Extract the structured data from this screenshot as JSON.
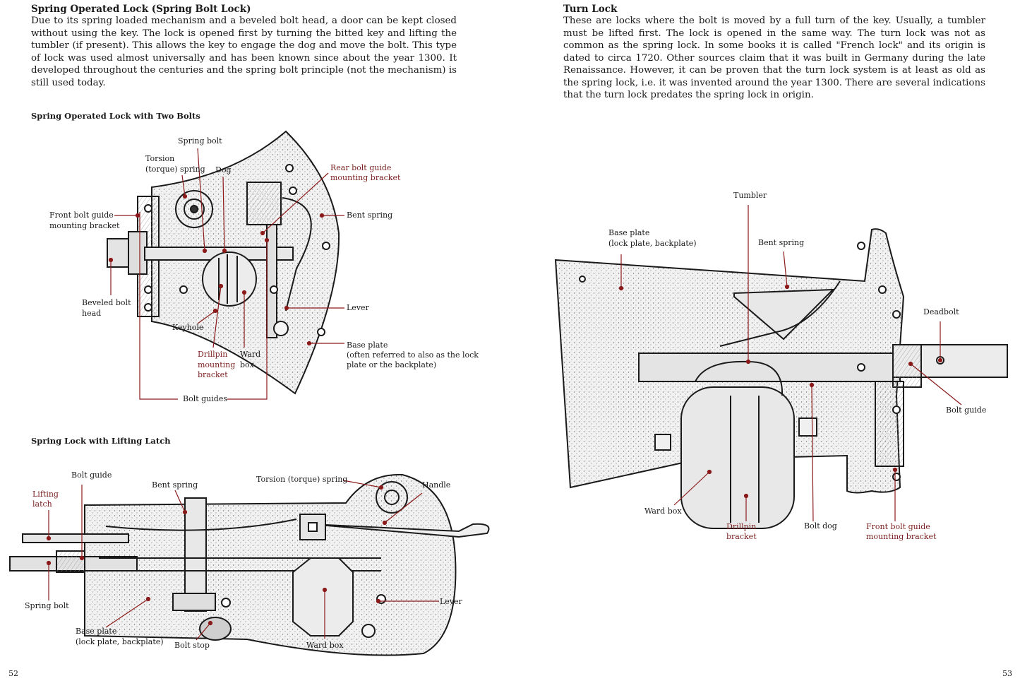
{
  "left": {
    "heading": "Spring Operated Lock (Spring Bolt Lock)",
    "paragraph": "Due to its spring loaded mechanism and a beveled bolt head, a door can be kept closed without using the key. The lock is opened first by turning the bitted key and lifting the tumbler (if present). This allows the key to engage the dog and move the bolt. This type of lock was used almost universally and has been known since about the year 1300. It developed throughout the centuries and the spring bolt principle (not the mechanism) is still used today.",
    "fig1": {
      "title": "Spring Operated Lock with Two Bolts",
      "labels": {
        "spring_bolt": "Spring bolt",
        "torsion_1": "Torsion",
        "torsion_2": "(torque) spring",
        "dog": "Dog",
        "rear_bolt_1": "Rear bolt guide",
        "rear_bolt_2": "mounting bracket",
        "front_bolt_1": "Front bolt guide",
        "front_bolt_2": "mounting bracket",
        "bent_spring": "Bent spring",
        "beveled_1": "Beveled bolt",
        "beveled_2": "head",
        "lever": "Lever",
        "keyhole": "Keyhole",
        "base_plate_1": "Base plate",
        "base_plate_2": "(often referred to also as the lock",
        "base_plate_3": "plate or the backplate)",
        "drillpin_1": "Drillpin",
        "drillpin_2": "mounting",
        "drillpin_3": "bracket",
        "ward_1": "Ward",
        "ward_2": "box",
        "bolt_guides": "Bolt guides"
      }
    },
    "fig2": {
      "title": "Spring Lock with Lifting Latch",
      "labels": {
        "bolt_guide": "Bolt guide",
        "lifting_1": "Lifting",
        "lifting_2": "latch",
        "bent_spring": "Bent spring",
        "torsion": "Torsion (torque) spring",
        "handle": "Handle",
        "spring_bolt": "Spring bolt",
        "lever": "Lever",
        "base_plate_1": "Base plate",
        "base_plate_2": "(lock plate, backplate)",
        "bolt_stop": "Bolt stop",
        "ward_box": "Ward box"
      }
    },
    "page_number": "52"
  },
  "right": {
    "heading": "Turn Lock",
    "paragraph": "These are locks where the bolt is moved by a full turn of the key. Usually, a tumbler must be lifted first. The lock is opened in the same way. The turn lock was not as common as the spring lock. In some books it is called \"French lock\" and its origin is dated to circa 1720. Other sources claim that it was built in Germany during the late Renaissance. However, it can be proven that the turn lock system is at least as old as the spring lock, i.e. it was invented around the year 1300. There are several indications that the turn lock predates the spring lock in origin.",
    "fig3": {
      "labels": {
        "tumbler": "Tumbler",
        "base_plate_1": "Base plate",
        "base_plate_2": "(lock plate, backplate)",
        "bent_spring": "Bent spring",
        "deadbolt": "Deadbolt",
        "bolt_guide": "Bolt guide",
        "ward_box": "Ward box",
        "drillpin_1": "Drillpin",
        "drillpin_2": "bracket",
        "bolt_dog": "Bolt dog",
        "front_1": "Front bolt guide",
        "front_2": "mounting bracket"
      }
    },
    "page_number": "53"
  },
  "colors": {
    "leader": "#8b1a1a",
    "ink": "#1a1a1a",
    "metal": "#dcdcdc"
  }
}
